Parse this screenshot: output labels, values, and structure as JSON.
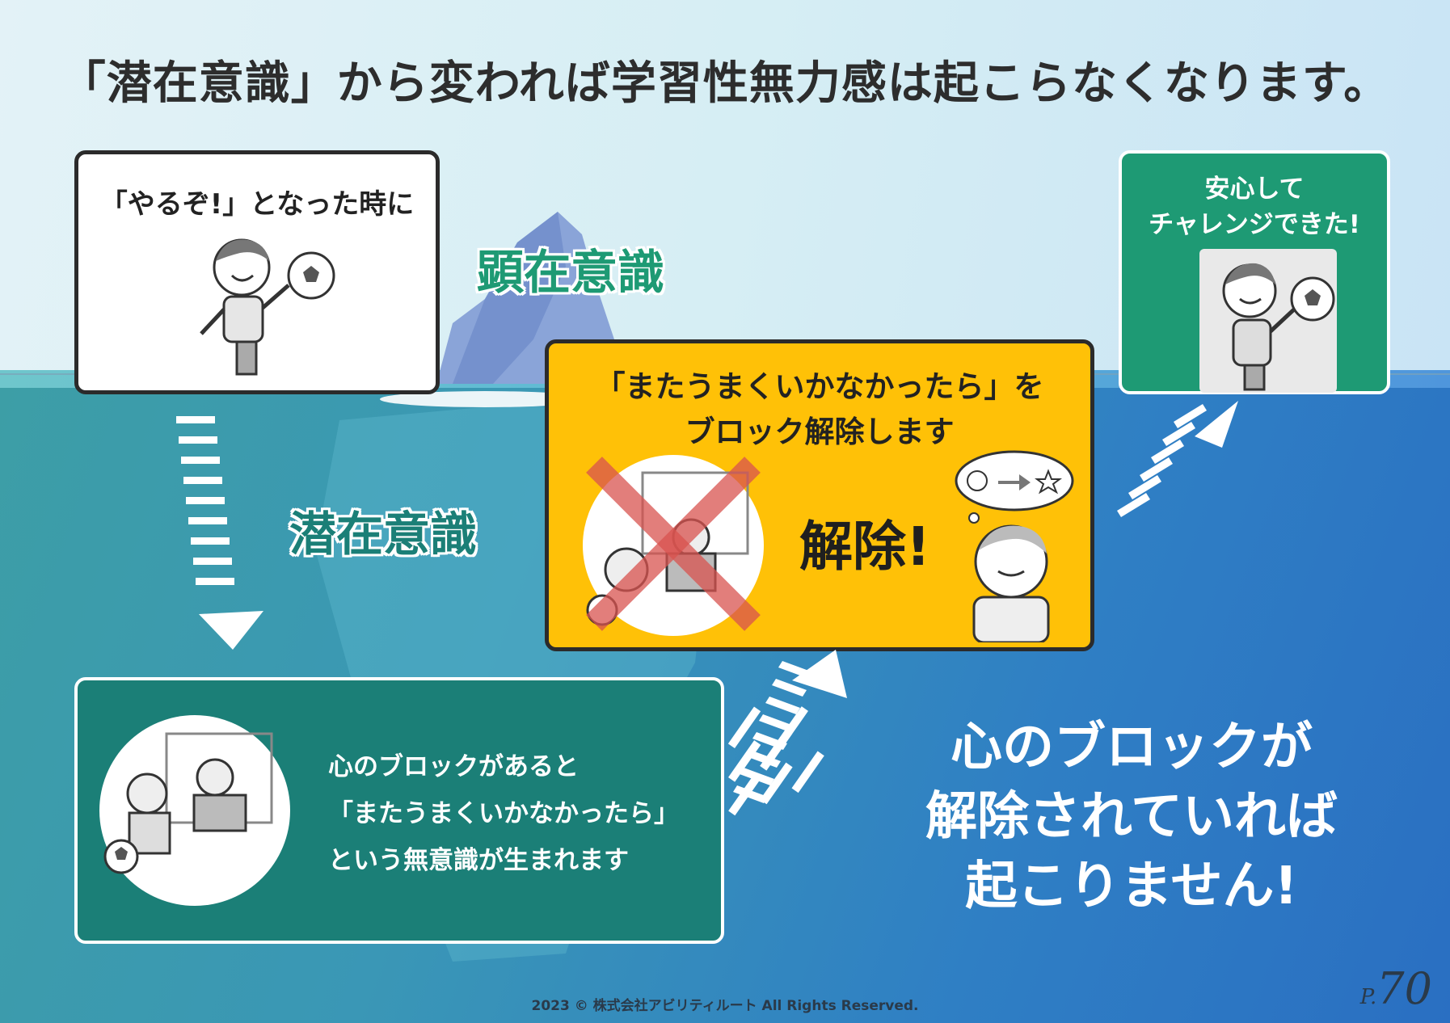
{
  "title": "「潜在意識」から変われば学習性無力感は起こらなくなります。",
  "label_conscious": "顕在意識",
  "label_subconscious": "潜在意識",
  "card_trigger": {
    "text": "「やるぞ!」となった時に"
  },
  "card_release": {
    "line1": "「またうまくいかなかったら」を",
    "line2": "ブロック解除します",
    "stamp": "解除!"
  },
  "card_success": {
    "line1": "安心して",
    "line2": "チャレンジできた!"
  },
  "card_block": {
    "line1": "心のブロックがあると",
    "line2": "「またうまくいかなかったら」",
    "line3": "という無意識が生まれます"
  },
  "message": {
    "line1": "心のブロックが",
    "line2": "解除されていれば",
    "line3": "起こりません!"
  },
  "footer": "2023 © 株式会社アビリティルート All Rights Reserved.",
  "page": {
    "prefix": "P.",
    "number": "70"
  },
  "colors": {
    "green": "#1e9a74",
    "teal": "#1b7f77",
    "yellow": "#ffc107",
    "sea": "#2f7fc4",
    "sky": "#d6eef4"
  }
}
